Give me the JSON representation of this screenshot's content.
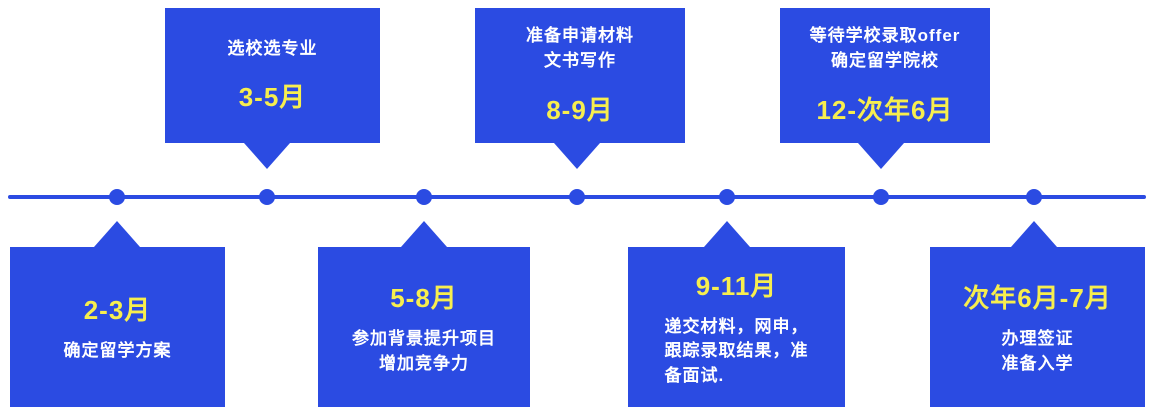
{
  "colors": {
    "primary_blue": "#2b4be2",
    "accent_yellow": "#f7ee4e",
    "text_white": "#ffffff"
  },
  "timeline": {
    "dot_count": 7,
    "dots_x": [
      117,
      267,
      424,
      577,
      727,
      881,
      1034
    ]
  },
  "top_items": [
    {
      "lines": [
        "选校选专业"
      ],
      "month": "3-5月"
    },
    {
      "lines": [
        "准备申请材料",
        "文书写作"
      ],
      "month": "8-9月"
    },
    {
      "lines": [
        "等待学校录取offer",
        "确定留学院校"
      ],
      "month": "12-次年6月"
    }
  ],
  "bottom_items": [
    {
      "month": "2-3月",
      "lines": [
        "确定留学方案"
      ]
    },
    {
      "month": "5-8月",
      "lines": [
        "参加背景提升项目",
        "增加竞争力"
      ]
    },
    {
      "month": "9-11月",
      "lines": [
        "递交材料，网申，",
        "跟踪录取结果，准",
        "备面试."
      ]
    },
    {
      "month": "次年6月-7月",
      "lines": [
        "办理签证",
        "准备入学"
      ]
    }
  ]
}
